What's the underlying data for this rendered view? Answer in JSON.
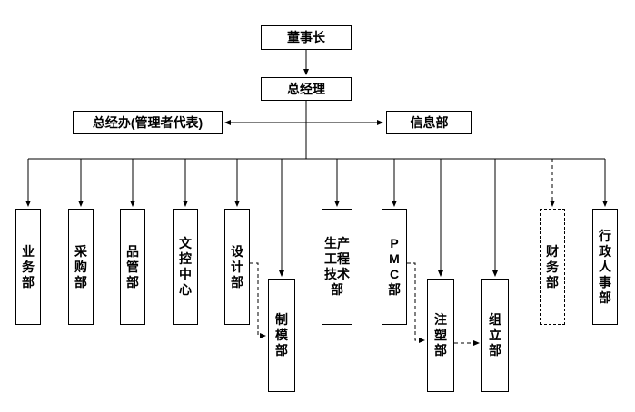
{
  "diagram": {
    "type": "org-chart",
    "colors": {
      "line": "#000000",
      "box_border": "#000000",
      "box_background": "#ffffff",
      "text": "#000000",
      "page_background": "#ffffff"
    },
    "nodes": {
      "chairman": {
        "label": "董事长"
      },
      "general_manager": {
        "label": "总经理"
      },
      "gm_office": {
        "label": "总经办(管理者代表)"
      },
      "information_dept": {
        "label": "信息部"
      },
      "business_dept": {
        "label": "业务部"
      },
      "purchasing_dept": {
        "label": "采购部"
      },
      "quality_dept": {
        "label": "品管部"
      },
      "doc_control_center": {
        "label": "文控中心"
      },
      "design_dept": {
        "label": "设计部"
      },
      "mold_making_dept": {
        "label": "制模部"
      },
      "production_engineering_dept": {
        "label": "生产工程技术部"
      },
      "pmc_dept": {
        "label": "PMC部"
      },
      "injection_dept": {
        "label": "注塑部"
      },
      "assembly_dept": {
        "label": "组立部"
      },
      "finance_dept": {
        "label": "财务部"
      },
      "admin_hr_dept": {
        "label": "行政人事部"
      }
    },
    "edge_styles": {
      "solid_reporting": "solid",
      "dotted_relationship": "dashed"
    }
  }
}
